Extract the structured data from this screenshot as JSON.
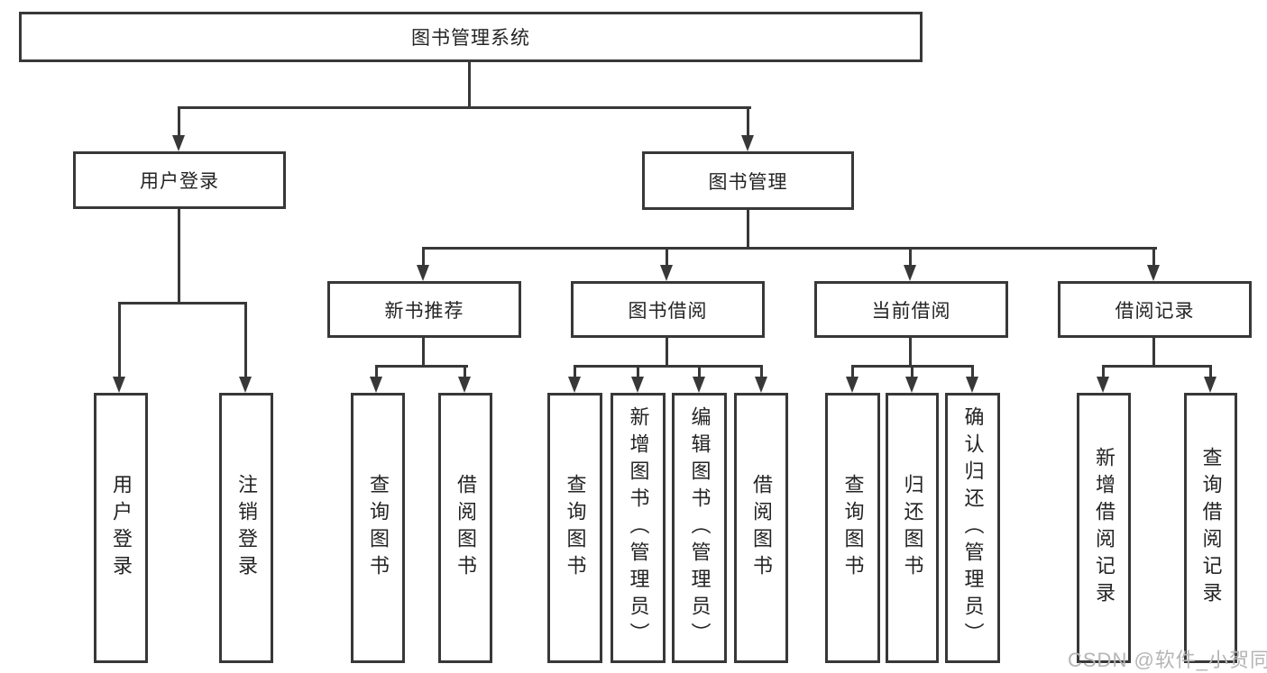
{
  "diagram": {
    "title": "图书管理系统",
    "root": {
      "label": "图书管理系统"
    },
    "branches": [
      {
        "label": "用户登录",
        "children": [
          {
            "label": "用户登录"
          },
          {
            "label": "注销登录"
          }
        ]
      },
      {
        "label": "图书管理",
        "children": [
          {
            "label": "新书推荐",
            "children": [
              {
                "label": "查询图书"
              },
              {
                "label": "借阅图书"
              }
            ]
          },
          {
            "label": "图书借阅",
            "children": [
              {
                "label": "查询图书"
              },
              {
                "label": "新增图书（管理员）"
              },
              {
                "label": "编辑图书（管理员）"
              },
              {
                "label": "借阅图书"
              }
            ]
          },
          {
            "label": "当前借阅",
            "children": [
              {
                "label": "查询图书"
              },
              {
                "label": "归还图书"
              },
              {
                "label": "确认归还（管理员）"
              }
            ]
          },
          {
            "label": "借阅记录",
            "children": [
              {
                "label": "新增借阅记录"
              },
              {
                "label": "查询借阅记录"
              }
            ]
          }
        ]
      }
    ]
  },
  "watermark": {
    "text": "CSDN @软件_小贺同学"
  },
  "colors": {
    "line": "#383838",
    "box_border": "#383838",
    "text": "#242424",
    "background": "#ffffff",
    "watermark": "#b5b5b5"
  }
}
